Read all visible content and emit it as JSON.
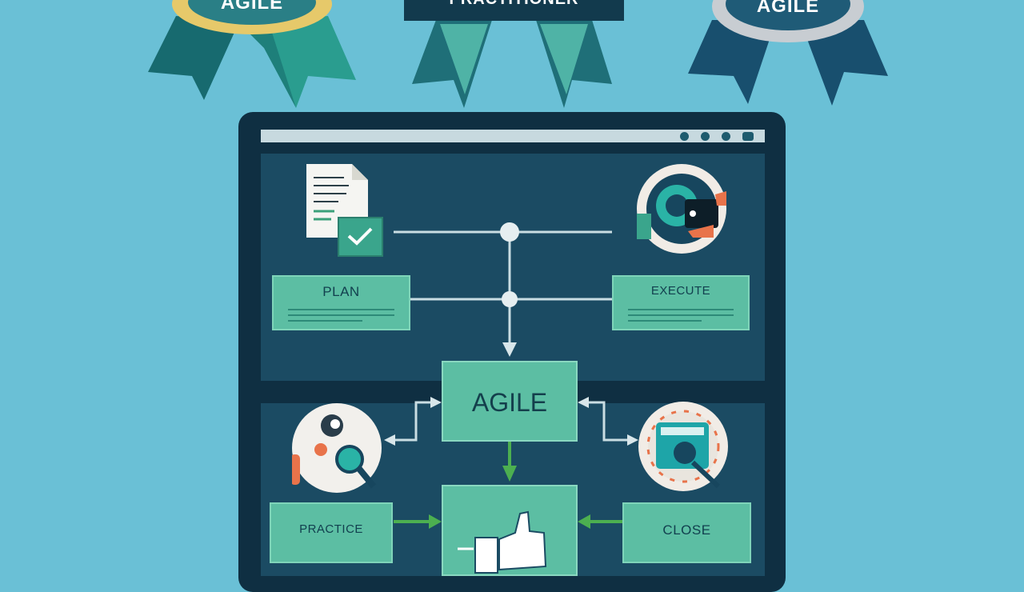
{
  "badges": {
    "left": {
      "label": "AGILE"
    },
    "middle": {
      "label": "PRACTITIONER"
    },
    "right": {
      "label": "AGILE"
    }
  },
  "stages": {
    "plan": {
      "label": "PLAN"
    },
    "execute": {
      "label": "EXECUTE"
    },
    "practice": {
      "label": "PRACTICE"
    },
    "close": {
      "label": "CLOSE"
    }
  },
  "center": {
    "label": "AGILE"
  },
  "colors": {
    "background": "#6ac0d6",
    "monitor": "#0f2f42",
    "panel": "#1b4b63",
    "accent_teal": "#5cbea3",
    "accent_green": "#4caf50",
    "accent_orange": "#e8734a"
  }
}
